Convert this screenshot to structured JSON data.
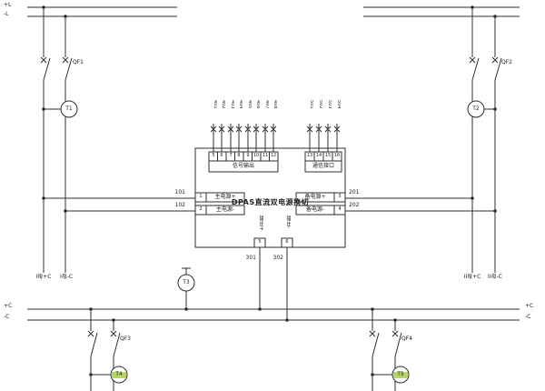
{
  "buses": {
    "top_pos": "+L",
    "top_neg": "-L",
    "bottom_left_pos": "+C",
    "bottom_left_neg": "-C",
    "bottom_right_pos": "+C",
    "bottom_right_neg": "-C"
  },
  "breakers": {
    "qf1": "QF1",
    "qf2": "QF2",
    "qf3": "QF3",
    "qf4": "QF4"
  },
  "transducers": {
    "t1": "T1",
    "t2": "T2",
    "t3": "T3",
    "t4": "T4",
    "t5": "T5"
  },
  "wire_numbers": {
    "w101": "101",
    "w102": "102",
    "w201": "201",
    "w202": "202",
    "w301": "301",
    "w302": "302"
  },
  "bus_refs": {
    "left_pos": "I母+C",
    "left_neg": "I母-C",
    "right_pos": "II母+C",
    "right_neg": "II母-C"
  },
  "device": {
    "title": "DPAS直流双电源换切",
    "signal_group": {
      "label": "信号输出",
      "terminals": [
        "5",
        "6",
        "7",
        "8",
        "9",
        "10",
        "11",
        "12"
      ],
      "wires": [
        "401",
        "402",
        "403",
        "404",
        "405",
        "406",
        "407",
        "408"
      ]
    },
    "comm_group": {
      "label": "通信接口",
      "terminals": [
        "13",
        "14",
        "15",
        "16"
      ],
      "wires": [
        "501",
        "502",
        "503",
        "504"
      ]
    },
    "left_terms": [
      {
        "num": "1",
        "label": "主电源+"
      },
      {
        "num": "2",
        "label": "主电源-"
      }
    ],
    "right_terms": [
      {
        "num": "3",
        "label": "备电源+"
      },
      {
        "num": "4",
        "label": "备电源-"
      }
    ],
    "bottom_terms": [
      {
        "num": "5",
        "label": "输出+"
      },
      {
        "num": "6",
        "label": "输出-"
      }
    ]
  }
}
